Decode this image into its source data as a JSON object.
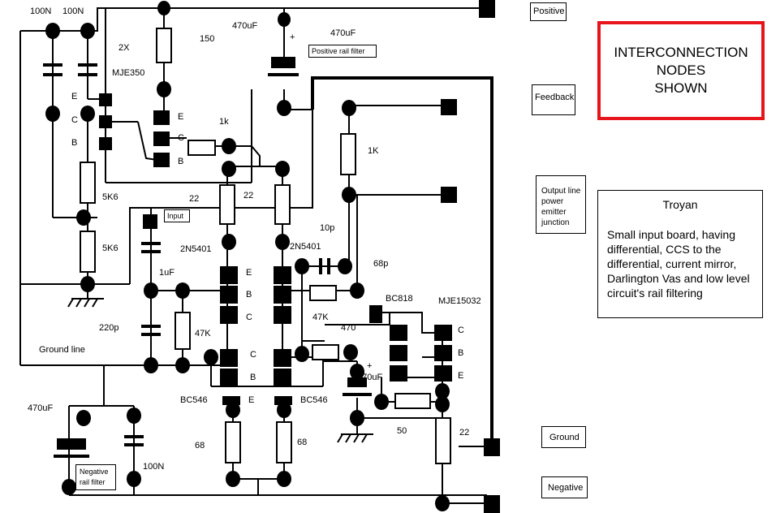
{
  "title_box": "INTERCONNECTION\nNODES\nSHOWN",
  "description": {
    "title": "Troyan",
    "text": "Small input board, having differential, CCS to the differential, current mirror, Darlington Vas and low level circuit's rail filtering"
  },
  "nodes": {
    "positive": "Positive",
    "feedback": "Feedback",
    "output": "Output line power emitter junction",
    "ground": "Ground",
    "negative": "Negative"
  },
  "boxed_labels": {
    "positive_filter": "Positive rail filter",
    "input": "Input",
    "negative_filter": "Negative rail filter"
  },
  "labels": {
    "c100n_a": "100N",
    "c100n_b": "100N",
    "x2": "2X",
    "mje350": "MJE350",
    "r150": "150",
    "c470u_top": "470uF",
    "c470u_top_b": "470uF",
    "plus_top": "+",
    "e1": "E",
    "c1": "C",
    "b1": "B",
    "e2": "E",
    "c2": "C",
    "b2": "B",
    "r1k_h": "1k",
    "r1k_v": "1K",
    "r5k6_a": "5K6",
    "r5k6_b": "5K6",
    "r22_a": "22",
    "r22_b": "22",
    "c10p": "10p",
    "c68p": "68p",
    "q2n5401_a": "2N5401",
    "q2n5401_b": "2N5401",
    "c1uf": "1uF",
    "e3": "E",
    "b3": "B",
    "c3": "C",
    "r47k_a": "47K",
    "r47k_b": "47K",
    "c220p": "220p",
    "bc818": "BC818",
    "mje15032": "MJE15032",
    "r470": "470",
    "c470u_mid": "470uF",
    "plus_mid": "+",
    "c4": "C",
    "b4": "B",
    "e4": "E",
    "ground_line": "Ground line",
    "c5": "C",
    "b5": "B",
    "bc546_a": "BC546",
    "bc546_b": "BC546",
    "e5": "E",
    "r68_a": "68",
    "r68_b": "68",
    "r50": "50",
    "r22_c": "22",
    "c470u_neg": "470uF",
    "plus_neg": "+",
    "c100n_neg": "100N"
  }
}
